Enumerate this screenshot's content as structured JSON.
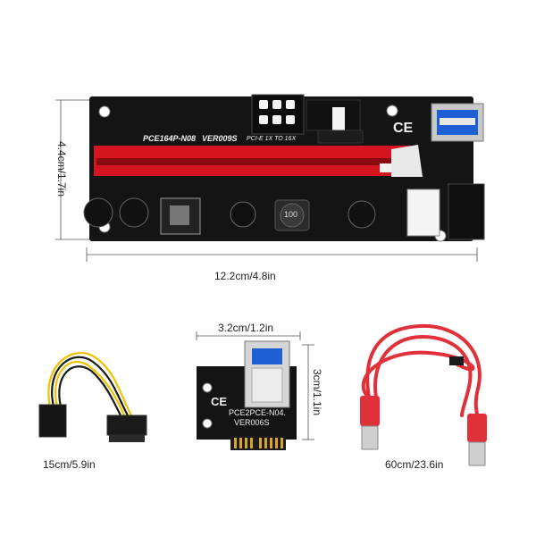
{
  "main_board": {
    "model_label": "PCE164P-N08",
    "version_label": "VER009S",
    "pcie_label": "PCI-E 1X TO 16X",
    "width_label": "12.2cm/4.8in",
    "height_label": "4.4cm/1.7in",
    "cap_label": "100"
  },
  "adapter_card": {
    "model_label": "PCE2PCE-N04.",
    "version_label": "VER006S",
    "width_label": "3.2cm/1.2in",
    "height_label": "3cm/1.1in"
  },
  "power_cable": {
    "length_label": "15cm/5.9in"
  },
  "usb_cable": {
    "length_label": "60cm/23.6in"
  },
  "colors": {
    "board": "#141414",
    "slot": "#d4151f",
    "cable": "#e0303a",
    "wire_yellow": "#f2c200",
    "wire_black": "#1a1a1a",
    "usb_blue": "#1e5fd6",
    "gold": "#d6a52a"
  }
}
